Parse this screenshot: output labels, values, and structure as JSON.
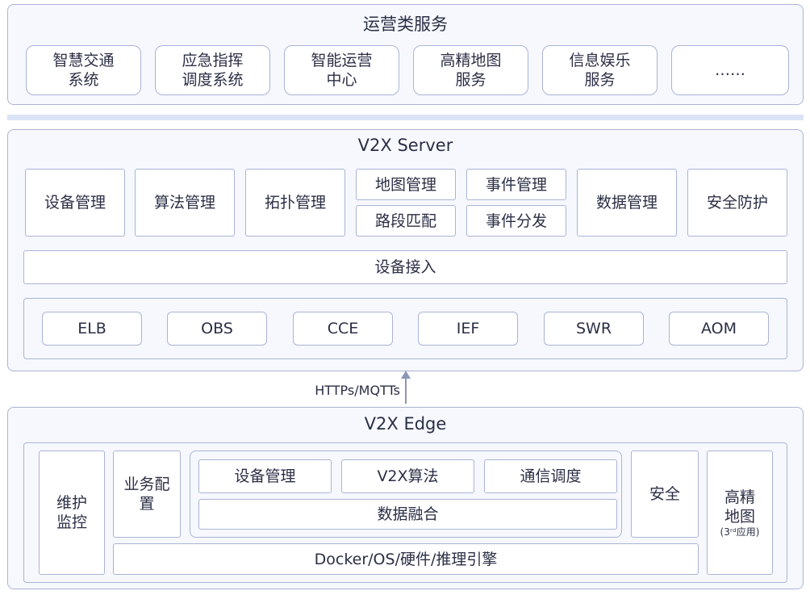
{
  "ops": {
    "title": "运营类服务",
    "items": [
      "智慧交通\n系统",
      "应急指挥\n调度系统",
      "智能运营\n中心",
      "高精地图\n服务",
      "信息娱乐\n服务",
      "……"
    ]
  },
  "server": {
    "title": "V2X Server",
    "mgmt": {
      "device": "设备管理",
      "algo": "算法管理",
      "topo": "拓扑管理",
      "map": "地图管理",
      "route": "路段匹配",
      "event": "事件管理",
      "event_dist": "事件分发",
      "data": "数据管理",
      "security": "安全防护"
    },
    "access": "设备接入",
    "services": [
      "ELB",
      "OBS",
      "CCE",
      "IEF",
      "SWR",
      "AOM"
    ]
  },
  "protocol": "HTTPs/MQTTs",
  "edge": {
    "title": "V2X Edge",
    "maintain": "维护\n监控",
    "biz_config": "业务配\n置",
    "device_mgmt": "设备管理",
    "v2x_algo": "V2X算法",
    "comm": "通信调度",
    "fusion": "数据融合",
    "security": "安全",
    "hdmap": "高精\n地图",
    "hdmap_note": "(3ʳᵈ应用)",
    "base": "Docker/OS/硬件/推理引擎"
  }
}
